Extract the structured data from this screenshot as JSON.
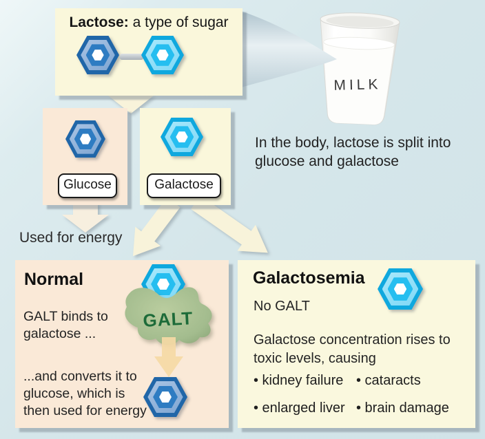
{
  "colors": {
    "background": "#D5E6EA",
    "cream_panel": "#FAF7DB",
    "peach_panel": "#FAE9D7",
    "arrow_cream": "#F8F3DA",
    "arrow_peach": "#F5D9A5",
    "hexagon_dark_blue": "#2E7CC2",
    "hexagon_cyan": "#25BEF0",
    "galt_blob_green": "#9DB88B",
    "galt_text_green": "#1D6B39"
  },
  "lactose_panel": {
    "title_bold": "Lactose:",
    "title_rest": " a type of sugar"
  },
  "milk_glass": {
    "label": "MILK"
  },
  "body_note": {
    "line1": "In the body, lactose is split into",
    "line2": "glucose and galactose"
  },
  "glucose_panel": {
    "label": "Glucose"
  },
  "galactose_panel": {
    "label": "Galactose"
  },
  "used_for_energy": "Used for energy",
  "normal_panel": {
    "title": "Normal",
    "binds_line1": "GALT binds to",
    "binds_line2": "galactose ...",
    "galt_label": "GALT",
    "converts_line1": "...and converts it to",
    "converts_line2": "glucose, which is",
    "converts_line3": "then used for energy"
  },
  "galactosemia_panel": {
    "title": "Galactosemia",
    "no_galt": "No GALT",
    "desc_line1": "Galactose concentration rises to",
    "desc_line2": "toxic levels, causing",
    "bullet1": "• kidney failure",
    "bullet2": "• cataracts",
    "bullet3": "• enlarged liver",
    "bullet4": "• brain damage"
  }
}
